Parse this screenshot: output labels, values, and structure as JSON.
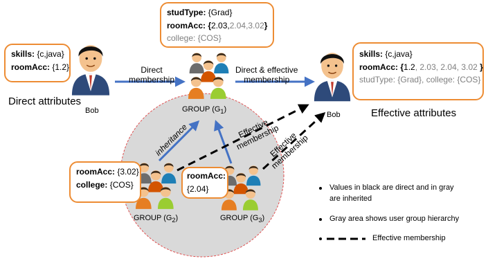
{
  "bob_direct": {
    "skills_key": "skills:",
    "skills_val": "{c,java}",
    "roomacc_key": "roomAcc:",
    "roomacc_val": "{1.2}",
    "name": "Bob",
    "caption": "Direct attributes"
  },
  "group1": {
    "studtype_key": "studType:",
    "studtype_val": "{Grad}",
    "roomacc_key": "roomAcc:",
    "roomacc_open": "{",
    "roomacc_direct": "2.03,",
    "roomacc_inherited": "2.04,3.02",
    "roomacc_close": "}",
    "college": "college: {COS}",
    "label": "GROUP (G",
    "sub": "1",
    "label_end": ")"
  },
  "group2": {
    "roomacc_key": "roomAcc:",
    "roomacc_val": "{3.02}",
    "college_key": "college:",
    "college_val": "{COS}",
    "label": "GROUP (G",
    "sub": "2",
    "label_end": ")"
  },
  "group3": {
    "roomacc_key": "roomAcc:",
    "roomacc_val": "{2.04}",
    "label": "GROUP (G",
    "sub": "3",
    "label_end": ")"
  },
  "bob_effective": {
    "skills_key": "skills:",
    "skills_val": "{c,java}",
    "roomacc_key": "roomAcc:",
    "roomacc_open": "{",
    "roomacc_direct": "1.2",
    "roomacc_inherited": ", 2.03,  2.04, 3.02",
    "roomacc_close": " }",
    "studtype_line": "studType: {Grad}, college:  {COS}",
    "name": "Bob",
    "caption": "Effective attributes"
  },
  "arrows": {
    "direct_line1": "Direct",
    "direct_line2": "membership",
    "direct_eff_line1": "Direct & effective",
    "direct_eff_line2": "membership",
    "inheritance": "inheritance",
    "effective1": "Effective\nmembership",
    "effective2": "Effective\nmembership"
  },
  "legend": {
    "item1": "Values in black are direct and in gray",
    "item1b": "are inherited",
    "item2": "Gray area shows user group hierarchy",
    "item3": "Effective membership"
  },
  "colors": {
    "box_border": "#ED8C33",
    "arrow": "#4472C4",
    "ellipse_fill": "#D9D9D9",
    "ellipse_border": "#E05050",
    "inherited_text": "#808080"
  }
}
